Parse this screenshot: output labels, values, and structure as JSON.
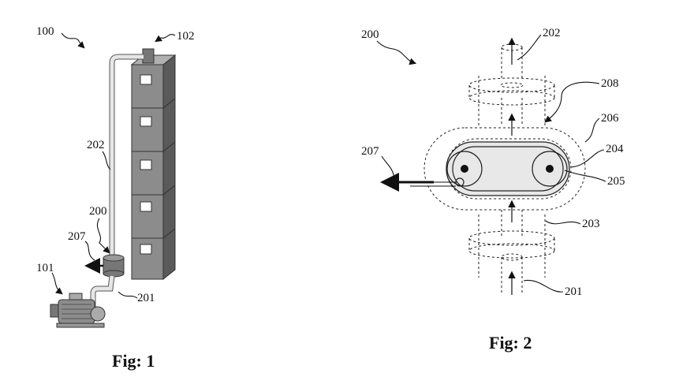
{
  "figure1": {
    "caption": "Fig: 1",
    "labels": {
      "system": "100",
      "pump": "101",
      "tower": "102",
      "pipe": "202",
      "device": "200",
      "outlet": "207",
      "inlet": "201"
    }
  },
  "figure2": {
    "caption": "Fig: 2",
    "labels": {
      "device": "200",
      "top_pipe": "202",
      "bolt": "208",
      "outer_shell": "206",
      "chamber": "204",
      "inner_tube": "205",
      "outlet": "207",
      "bottom_flange": "203",
      "inlet": "201"
    }
  },
  "colors": {
    "block_fill": "#8c8c8c",
    "block_dark": "#5a5a5a",
    "pipe": "#e6e6e6",
    "chamber_fill": "#e8e8e8"
  }
}
